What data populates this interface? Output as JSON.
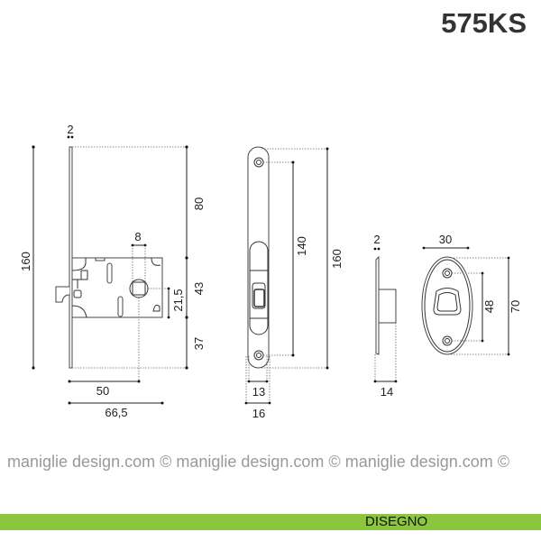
{
  "title": "575KS",
  "footer": {
    "label": "DISEGNO",
    "color": "#8cc63f"
  },
  "watermark": "maniglie design.com © maniglie design.com © maniglie design.com ©",
  "dimensions": {
    "lock": {
      "plate_thickness": "2",
      "height": "160",
      "top": "80",
      "body": "43",
      "bottom": "37",
      "spindle": "8",
      "spindle_offset": "21,5",
      "backset": "50",
      "depth": "66,5"
    },
    "faceplate": {
      "screws": "140",
      "height": "160",
      "inner_width": "13",
      "width": "16"
    },
    "strike_side": {
      "thickness": "2",
      "depth": "14"
    },
    "strike_front": {
      "width": "30",
      "screws": "48",
      "height": "70"
    }
  }
}
